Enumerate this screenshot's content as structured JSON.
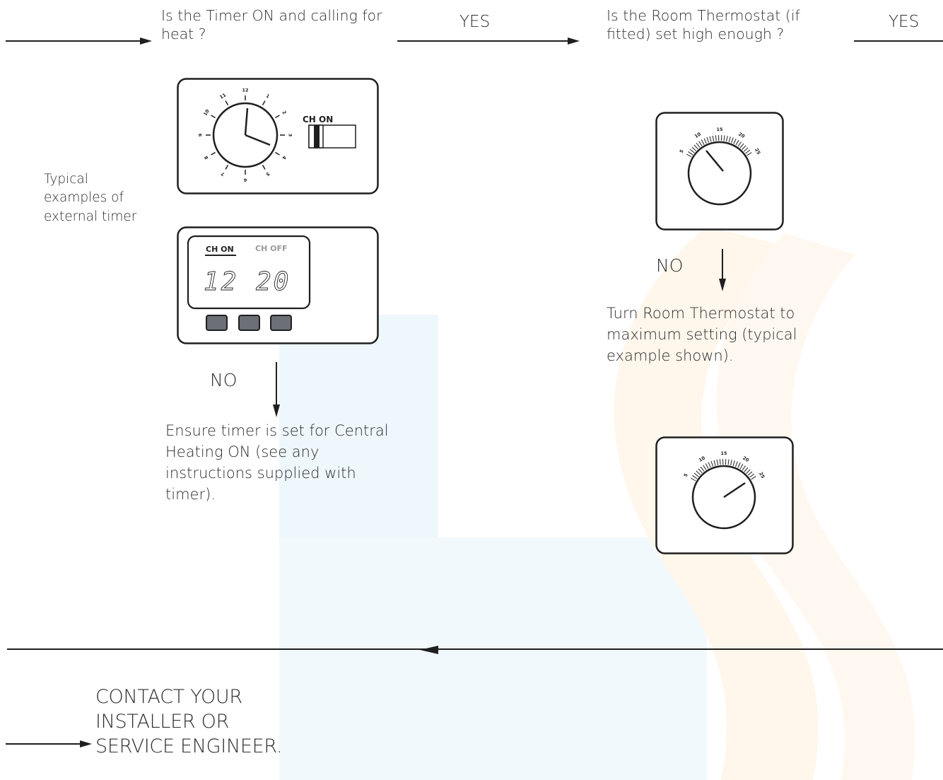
{
  "flow": {
    "q_timer": "Is the Timer ON and calling for heat ?",
    "yes_1": "YES",
    "q_thermostat": "Is the Room Thermostat (if fitted) set high enough ?",
    "yes_2": "YES",
    "side_note": "Typical examples of external timer",
    "no_timer": "NO",
    "action_timer": "Ensure timer is set for Central Heating ON (see any instructions supplied with timer).",
    "no_thermostat": "NO",
    "action_thermostat": "Turn Room Thermostat to maximum setting (typical example shown).",
    "contact": "CONTACT YOUR INSTALLER OR SERVICE ENGINEER."
  },
  "timer_dial": {
    "numbers": [
      "12",
      "1",
      "2",
      "3",
      "4",
      "5",
      "6",
      "7",
      "8",
      "9",
      "10",
      "11"
    ],
    "switch_label": "CH ON"
  },
  "digital_timer": {
    "tab_on": "CH ON",
    "tab_off": "CH OFF",
    "display": "12 20"
  },
  "thermostat_before": {
    "scale": [
      "5",
      "10",
      "15",
      "20",
      "25"
    ]
  },
  "thermostat_after": {
    "scale": [
      "5",
      "10",
      "15",
      "20",
      "25"
    ]
  },
  "colors": {
    "line": "#1f1f1f",
    "watermark_blue": "#eaf5fb",
    "watermark_orange": "#fff3e6",
    "lcd_off_tab": "#9a9a9a",
    "button_fill": "#6d6f77"
  }
}
